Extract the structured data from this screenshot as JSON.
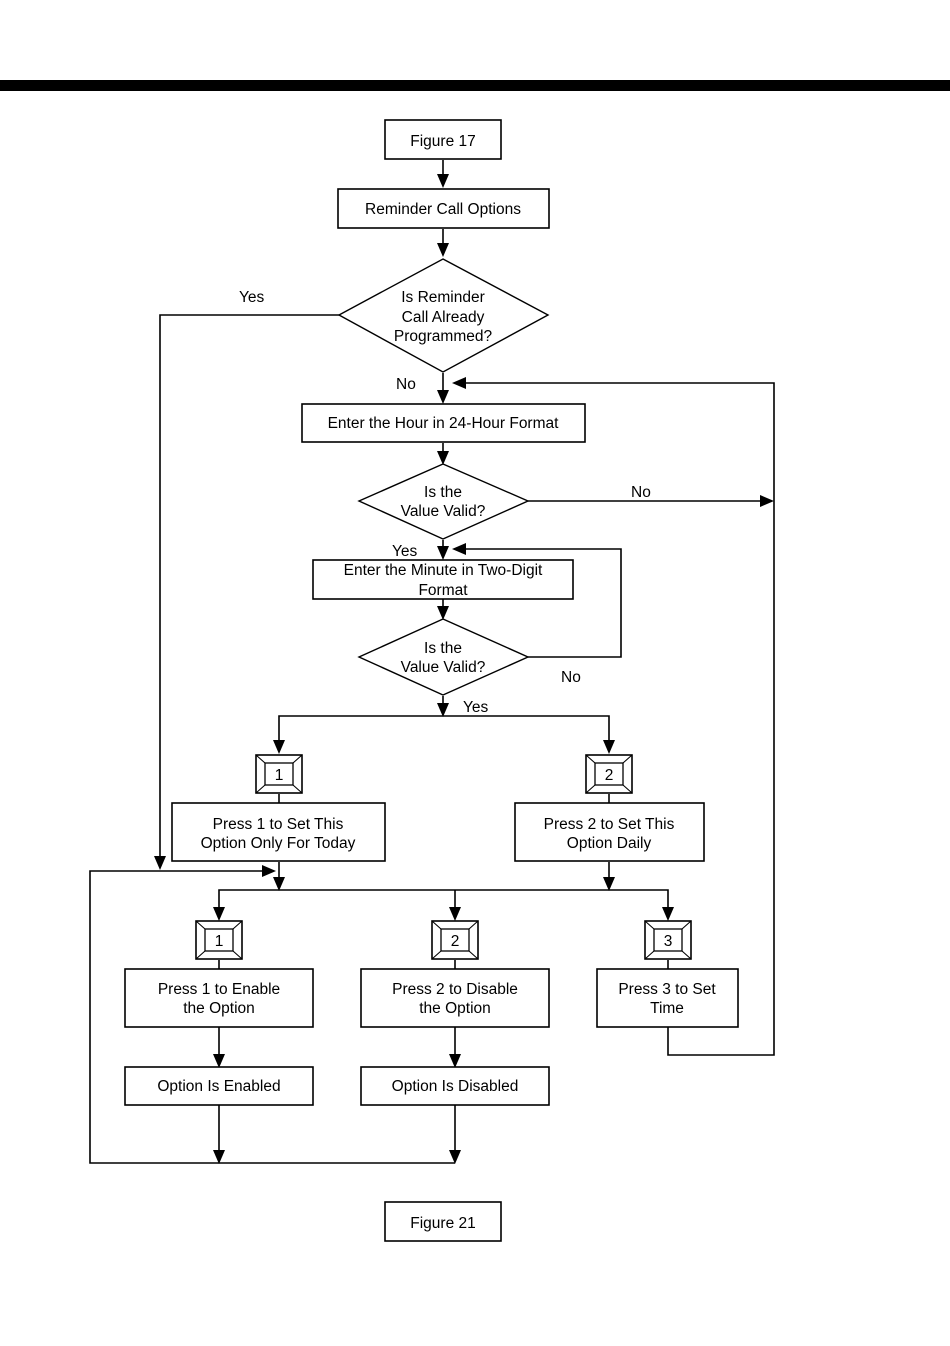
{
  "figure_top": "Figure 17",
  "figure_bottom": "Figure 21",
  "nodes": {
    "reminder_options": "Reminder Call Options",
    "q_programmed": [
      "Is Reminder",
      "Call Already",
      "Programmed?"
    ],
    "enter_hour": "Enter the Hour in 24-Hour Format",
    "q_hour_valid": [
      "Is the",
      "Value Valid?"
    ],
    "enter_minute": [
      "Enter the Minute in Two-Digit",
      "Format"
    ],
    "q_minute_valid": [
      "Is the",
      "Value Valid?"
    ],
    "press1_today": [
      "Press 1 to Set This",
      "Option Only For Today"
    ],
    "press2_daily": [
      "Press 2 to Set This",
      "Option Daily"
    ],
    "press1_enable": [
      "Press 1 to Enable",
      "the Option"
    ],
    "press2_disable": [
      "Press 2 to Disable",
      "the Option"
    ],
    "press3_time": [
      "Press 3 to Set",
      "Time"
    ],
    "enabled": "Option Is Enabled",
    "disabled": "Option Is Disabled"
  },
  "keys": {
    "today_key": "1",
    "daily_key": "2",
    "enable_key": "1",
    "disable_key": "2",
    "time_key": "3"
  },
  "labels": {
    "programmed_yes": "Yes",
    "programmed_no": "No",
    "hour_no": "No",
    "hour_yes": "Yes",
    "minute_no": "No",
    "minute_yes": "Yes"
  }
}
